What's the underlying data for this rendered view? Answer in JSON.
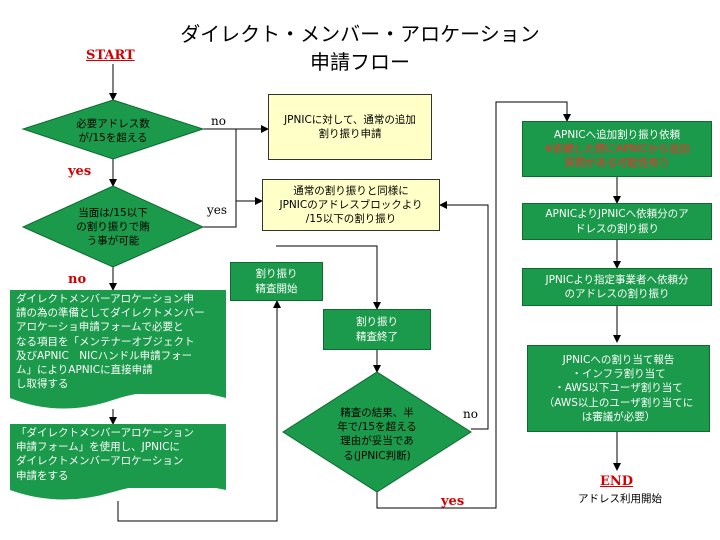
{
  "title": {
    "line1": "ダイレクト・メンバー・アロケーション",
    "line2": "申請フロー"
  },
  "start_label": "START",
  "end_label": "END",
  "end_caption": "アドレス利用開始",
  "decision1": {
    "line1": "必要アドレス数",
    "line2": "が/15を超える"
  },
  "decision2": {
    "line1": "当面は/15以下",
    "line2": "の割り振りで賄",
    "line3": "う事が可能"
  },
  "decision3": {
    "line1": "精査の結果、半",
    "line2": "年で/15を超える",
    "line3": "理由が妥当であ",
    "line4": "る(JPNIC判断)"
  },
  "labels": {
    "no1": "no",
    "yes1": "yes",
    "yes2": "yes",
    "no2": "no",
    "no3": "no",
    "yes3": "yes"
  },
  "box_jpnic_request": {
    "line1": "JPNICに対して、通常の追加",
    "line2": "割り振り申請"
  },
  "box_normal_alloc": {
    "line1": "通常の割り振りと同様に",
    "line2": "JPNICのアドレスブロックより",
    "line3": "/15以下の割り振り"
  },
  "box_prep": {
    "line1": "ダイレクトメンバーアロケーション申",
    "line2": "請の為の準備としてダイレクトメンバー",
    "line3": "アロケーショ申請フォームで必要と",
    "line4": "なる項目を「メンテナーオブジェクト",
    "line5": "及びAPNIC　NICハンドル申請フォー",
    "line6": "ム」によりAPNICに直接申請",
    "line7": "し取得する"
  },
  "box_form": {
    "line1": "「ダイレクトメンバーアロケーション",
    "line2": "申請フォーム」を使用し、JPNICに",
    "line3": "ダイレクトメンバーアロケーション",
    "line4": "申請をする"
  },
  "box_review_start": {
    "line1": "割り振り",
    "line2": "精査開始"
  },
  "box_review_end": {
    "line1": "割り振り",
    "line2": "精査終了"
  },
  "box_apnic_request": {
    "line1": "APNICへ追加割り振り依頼",
    "note1": "※依頼した際にAPNICから追加",
    "note2": "質問がある可能性有り"
  },
  "box_apnic_alloc": {
    "line1": "APNICよりJPNICへ依頼分のア",
    "line2": "ドレスの割り振り"
  },
  "box_jpnic_alloc": {
    "line1": "JPNICより指定事業者へ依頼分",
    "line2": "のアドレスの割り振り"
  },
  "box_report": {
    "line1": "JPNICへの割り当て報告",
    "line2": "・インフラ割り当て",
    "line3": "・AWS以下ユーザ割り当て",
    "line4": "（AWS以上のユーザ割り当てに",
    "line5": "は審議が必要）"
  },
  "colors": {
    "green": "#1a9a4a",
    "yellow": "#ffffc8",
    "red": "#d40000"
  }
}
